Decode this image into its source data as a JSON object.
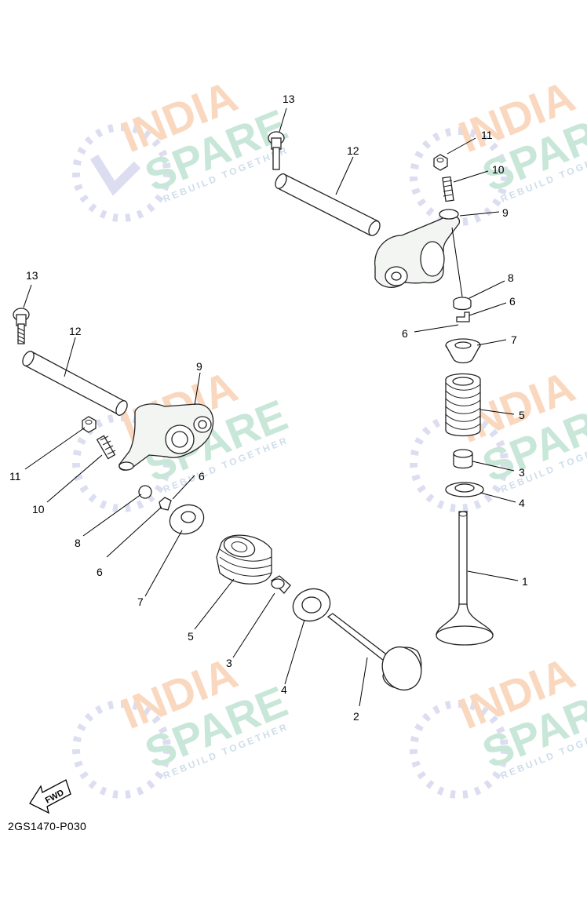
{
  "watermark": {
    "line1": "INDIA",
    "line2": "SPARE",
    "tagline": "REBUILD TOGETHER",
    "colors": {
      "line1": "#f8d2b4",
      "line2": "#bfe3d2",
      "logo": "#d6d8ee"
    }
  },
  "diagram_code": "2GS1470-P030",
  "fwd_label": "FWD",
  "callouts": {
    "right": {
      "n13": "13",
      "n12": "12",
      "n11": "11",
      "n10": "10",
      "n9": "9",
      "n8": "8",
      "n6a": "6",
      "n6b": "6",
      "n7": "7",
      "n5": "5",
      "n3": "3",
      "n4": "4",
      "n1": "1"
    },
    "left": {
      "n13": "13",
      "n12": "12",
      "n9": "9",
      "n11": "11",
      "n10": "10",
      "n6a": "6",
      "n8": "8",
      "n6b": "6",
      "n7": "7",
      "n5": "5",
      "n3": "3",
      "n4": "4",
      "n2": "2"
    }
  }
}
